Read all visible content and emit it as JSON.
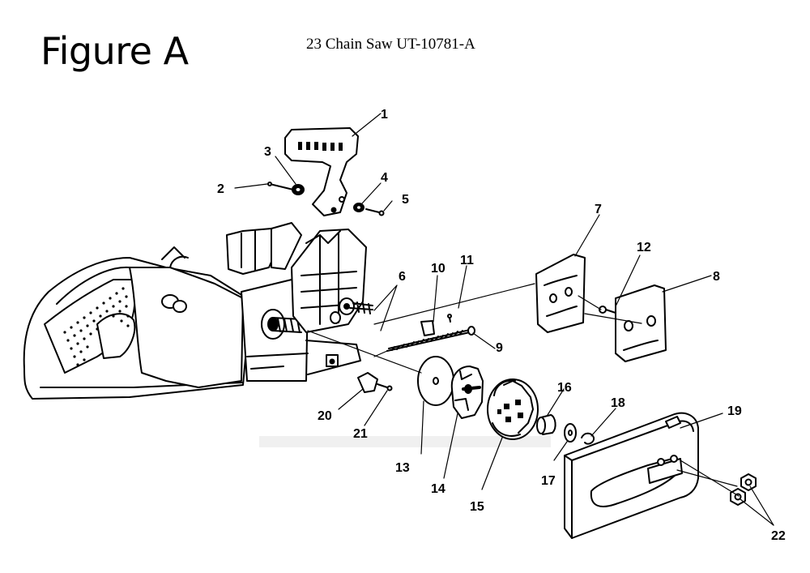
{
  "figure": {
    "title": "Figure A",
    "subtitle": "23 Chain Saw UT-10781-A"
  },
  "callouts": [
    "1",
    "2",
    "3",
    "4",
    "5",
    "6",
    "7",
    "8",
    "9",
    "10",
    "11",
    "12",
    "13",
    "14",
    "15",
    "16",
    "17",
    "18",
    "19",
    "20",
    "21",
    "22"
  ]
}
